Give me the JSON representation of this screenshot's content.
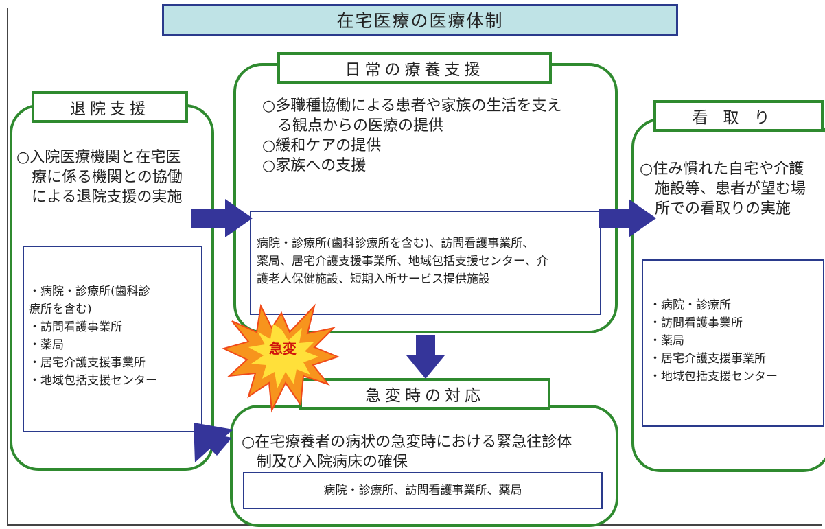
{
  "title": "在宅医療の医療体制",
  "discharge": {
    "label": "退院支援",
    "desc": "○入院医療機関と在宅医\n　療に係る機関との協働\n　による退院支援の実施",
    "facilities": "・病院・診療所(歯科診\n療所を含む)\n・訪問看護事業所\n・薬局\n・居宅介護支援事業所\n・地域包括支援センター"
  },
  "daily": {
    "label": "日常の療養支援",
    "desc": "○多職種協働による患者や家族の生活を支え\n　る観点からの医療の提供\n○緩和ケアの提供\n○家族への支援",
    "facilities": "病院・診療所(歯科診療所を含む)、訪問看護事業所、\n薬局、居宅介護支援事業所、地域包括支援センター、介\n護老人保健施設、短期入所サービス提供施設"
  },
  "endoflife": {
    "label": "看取り",
    "desc": "○住み慣れた自宅や介護\n　施設等、患者が望む場\n　所での看取りの実施",
    "facilities": "・病院・診療所\n・訪問看護事業所\n・薬局\n・居宅介護支援事業所\n・地域包括支援センター"
  },
  "emergency": {
    "label": "急変時の対応",
    "desc": "○在宅療養者の病状の急変時における緊急往診体\n　制及び入院病床の確保",
    "facilities": "病院・診療所、訪問看護事業所、薬局",
    "burst_label": "急変"
  },
  "colors": {
    "green": "#2f8a2f",
    "navy": "#2a3a8c",
    "arrow": "#35359a",
    "title_bg": "#bfe3e6",
    "burst": "#f7941d",
    "burst_text": "#d0140c"
  }
}
